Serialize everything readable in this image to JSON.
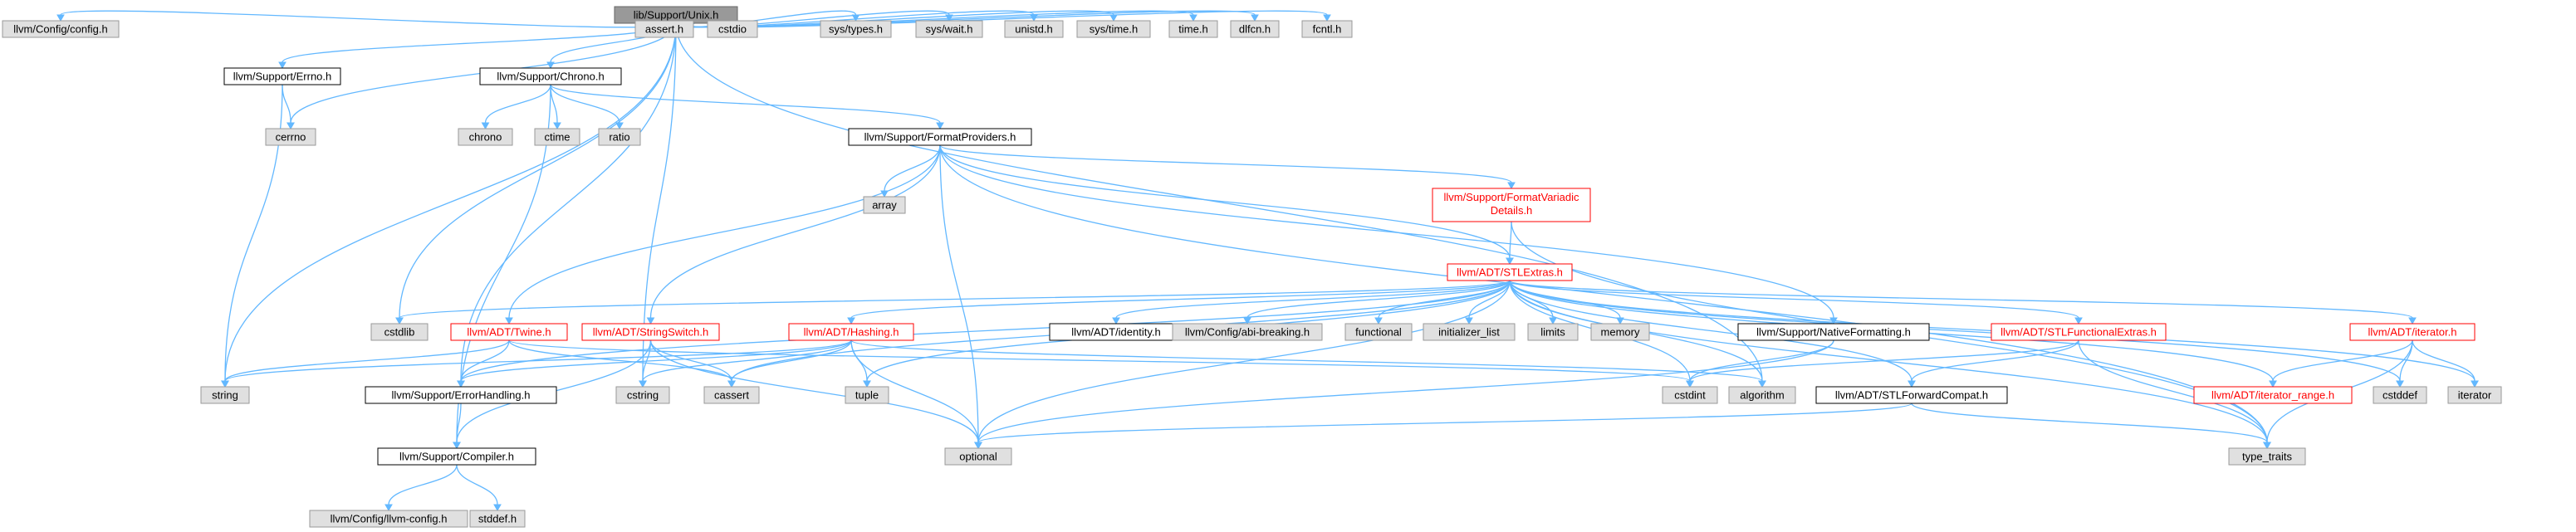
{
  "colors": {
    "edge": "#63b8ff",
    "root_fill": "#999999",
    "local_fill": "#ffffff",
    "system_fill": "#e0e0e0",
    "incomplete_stroke": "#ff0000"
  },
  "nodes": [
    {
      "id": "unix",
      "label": "lib/Support/Unix.h",
      "kind": "root"
    },
    {
      "id": "config",
      "label": "llvm/Config/config.h",
      "kind": "sys"
    },
    {
      "id": "errno",
      "label": "llvm/Support/Errno.h",
      "kind": "local"
    },
    {
      "id": "chronoh",
      "label": "llvm/Support/Chrono.h",
      "kind": "local"
    },
    {
      "id": "asserth",
      "label": "assert.h",
      "kind": "sys"
    },
    {
      "id": "cstdio",
      "label": "cstdio",
      "kind": "sys"
    },
    {
      "id": "systypes",
      "label": "sys/types.h",
      "kind": "sys"
    },
    {
      "id": "syswait",
      "label": "sys/wait.h",
      "kind": "sys"
    },
    {
      "id": "unistd",
      "label": "unistd.h",
      "kind": "sys"
    },
    {
      "id": "systime",
      "label": "sys/time.h",
      "kind": "sys"
    },
    {
      "id": "timeh",
      "label": "time.h",
      "kind": "sys"
    },
    {
      "id": "dlfcn",
      "label": "dlfcn.h",
      "kind": "sys"
    },
    {
      "id": "fcntl",
      "label": "fcntl.h",
      "kind": "sys"
    },
    {
      "id": "cerrno",
      "label": "cerrno",
      "kind": "sys"
    },
    {
      "id": "chrono",
      "label": "chrono",
      "kind": "sys"
    },
    {
      "id": "ctime",
      "label": "ctime",
      "kind": "sys"
    },
    {
      "id": "ratio",
      "label": "ratio",
      "kind": "sys"
    },
    {
      "id": "fmtprov",
      "label": "llvm/Support/FormatProviders.h",
      "kind": "local"
    },
    {
      "id": "array",
      "label": "array",
      "kind": "sys"
    },
    {
      "id": "fmtvar",
      "label": [
        "llvm/Support/FormatVariadic",
        "Details.h"
      ],
      "kind": "red"
    },
    {
      "id": "stlextras",
      "label": "llvm/ADT/STLExtras.h",
      "kind": "red"
    },
    {
      "id": "cstdlib",
      "label": "cstdlib",
      "kind": "sys"
    },
    {
      "id": "twine",
      "label": "llvm/ADT/Twine.h",
      "kind": "red"
    },
    {
      "id": "strswitch",
      "label": "llvm/ADT/StringSwitch.h",
      "kind": "red"
    },
    {
      "id": "hashing",
      "label": "llvm/ADT/Hashing.h",
      "kind": "red"
    },
    {
      "id": "identity",
      "label": "llvm/ADT/identity.h",
      "kind": "local"
    },
    {
      "id": "abibreak",
      "label": "llvm/Config/abi-breaking.h",
      "kind": "sys"
    },
    {
      "id": "functional",
      "label": "functional",
      "kind": "sys"
    },
    {
      "id": "initlist",
      "label": "initializer_list",
      "kind": "sys"
    },
    {
      "id": "limits",
      "label": "limits",
      "kind": "sys"
    },
    {
      "id": "memory",
      "label": "memory",
      "kind": "sys"
    },
    {
      "id": "natfmt",
      "label": "llvm/Support/NativeFormatting.h",
      "kind": "local"
    },
    {
      "id": "stlfunc",
      "label": "llvm/ADT/STLFunctionalExtras.h",
      "kind": "red"
    },
    {
      "id": "iterh",
      "label": "llvm/ADT/iterator.h",
      "kind": "red"
    },
    {
      "id": "string",
      "label": "string",
      "kind": "sys"
    },
    {
      "id": "errhand",
      "label": "llvm/Support/ErrorHandling.h",
      "kind": "local"
    },
    {
      "id": "cstring",
      "label": "cstring",
      "kind": "sys"
    },
    {
      "id": "cassert",
      "label": "cassert",
      "kind": "sys"
    },
    {
      "id": "tuple",
      "label": "tuple",
      "kind": "sys"
    },
    {
      "id": "cstdint",
      "label": "cstdint",
      "kind": "sys"
    },
    {
      "id": "algorithm",
      "label": "algorithm",
      "kind": "sys"
    },
    {
      "id": "stlfwd",
      "label": "llvm/ADT/STLForwardCompat.h",
      "kind": "local"
    },
    {
      "id": "iterrange",
      "label": "llvm/ADT/iterator_range.h",
      "kind": "red"
    },
    {
      "id": "cstddef",
      "label": "cstddef",
      "kind": "sys"
    },
    {
      "id": "iterator",
      "label": "iterator",
      "kind": "sys"
    },
    {
      "id": "compiler",
      "label": "llvm/Support/Compiler.h",
      "kind": "local"
    },
    {
      "id": "optional",
      "label": "optional",
      "kind": "sys"
    },
    {
      "id": "typetraits",
      "label": "type_traits",
      "kind": "sys"
    },
    {
      "id": "llvmconfig",
      "label": "llvm/Config/llvm-config.h",
      "kind": "sys"
    },
    {
      "id": "stddef",
      "label": "stddef.h",
      "kind": "sys"
    }
  ],
  "edges": [
    [
      "unix",
      "config"
    ],
    [
      "unix",
      "errno"
    ],
    [
      "unix",
      "chronoh"
    ],
    [
      "unix",
      "asserth"
    ],
    [
      "unix",
      "cstdio"
    ],
    [
      "unix",
      "systypes"
    ],
    [
      "unix",
      "syswait"
    ],
    [
      "unix",
      "unistd"
    ],
    [
      "unix",
      "systime"
    ],
    [
      "unix",
      "timeh"
    ],
    [
      "unix",
      "dlfcn"
    ],
    [
      "unix",
      "fcntl"
    ],
    [
      "unix",
      "cerrno"
    ],
    [
      "unix",
      "string"
    ],
    [
      "unix",
      "errhand"
    ],
    [
      "unix",
      "cstdlib"
    ],
    [
      "unix",
      "cstring"
    ],
    [
      "unix",
      "algorithm"
    ],
    [
      "errno",
      "cerrno"
    ],
    [
      "errno",
      "string"
    ],
    [
      "chronoh",
      "chrono"
    ],
    [
      "chronoh",
      "ctime"
    ],
    [
      "chronoh",
      "ratio"
    ],
    [
      "chronoh",
      "fmtprov"
    ],
    [
      "chronoh",
      "compiler"
    ],
    [
      "fmtprov",
      "array"
    ],
    [
      "fmtprov",
      "optional"
    ],
    [
      "fmtprov",
      "fmtvar"
    ],
    [
      "fmtprov",
      "stlextras"
    ],
    [
      "fmtprov",
      "twine"
    ],
    [
      "fmtprov",
      "strswitch"
    ],
    [
      "fmtprov",
      "natfmt"
    ],
    [
      "fmtprov",
      "typetraits"
    ],
    [
      "fmtvar",
      "stlextras"
    ],
    [
      "fmtvar",
      "typetraits"
    ],
    [
      "stlextras",
      "cstdlib"
    ],
    [
      "stlextras",
      "hashing"
    ],
    [
      "stlextras",
      "identity"
    ],
    [
      "stlextras",
      "abibreak"
    ],
    [
      "stlextras",
      "functional"
    ],
    [
      "stlextras",
      "initlist"
    ],
    [
      "stlextras",
      "limits"
    ],
    [
      "stlextras",
      "memory"
    ],
    [
      "stlextras",
      "stlfunc"
    ],
    [
      "stlextras",
      "iterh"
    ],
    [
      "stlextras",
      "cassert"
    ],
    [
      "stlextras",
      "cstddef"
    ],
    [
      "stlextras",
      "cstdint"
    ],
    [
      "stlextras",
      "algorithm"
    ],
    [
      "stlextras",
      "optional"
    ],
    [
      "stlextras",
      "tuple"
    ],
    [
      "stlextras",
      "stlfwd"
    ],
    [
      "stlextras",
      "iterrange"
    ],
    [
      "stlextras",
      "iterator"
    ],
    [
      "stlextras",
      "typetraits"
    ],
    [
      "stlextras",
      "errhand"
    ],
    [
      "twine",
      "errhand"
    ],
    [
      "twine",
      "string"
    ],
    [
      "twine",
      "cassert"
    ],
    [
      "twine",
      "cstdint"
    ],
    [
      "strswitch",
      "compiler"
    ],
    [
      "strswitch",
      "cstring"
    ],
    [
      "strswitch",
      "cassert"
    ],
    [
      "strswitch",
      "optional"
    ],
    [
      "hashing",
      "errhand"
    ],
    [
      "hashing",
      "string"
    ],
    [
      "hashing",
      "cstring"
    ],
    [
      "hashing",
      "cassert"
    ],
    [
      "hashing",
      "tuple"
    ],
    [
      "hashing",
      "optional"
    ],
    [
      "hashing",
      "algorithm"
    ],
    [
      "natfmt",
      "cstdint"
    ],
    [
      "natfmt",
      "optional"
    ],
    [
      "stlfunc",
      "cstdint"
    ],
    [
      "stlfunc",
      "stlfwd"
    ],
    [
      "stlfunc",
      "typetraits"
    ],
    [
      "iterh",
      "iterrange"
    ],
    [
      "iterh",
      "cstddef"
    ],
    [
      "iterh",
      "iterator"
    ],
    [
      "iterh",
      "typetraits"
    ],
    [
      "stlfwd",
      "optional"
    ],
    [
      "stlfwd",
      "typetraits"
    ],
    [
      "errhand",
      "compiler"
    ],
    [
      "compiler",
      "llvmconfig"
    ],
    [
      "compiler",
      "stddef"
    ]
  ]
}
